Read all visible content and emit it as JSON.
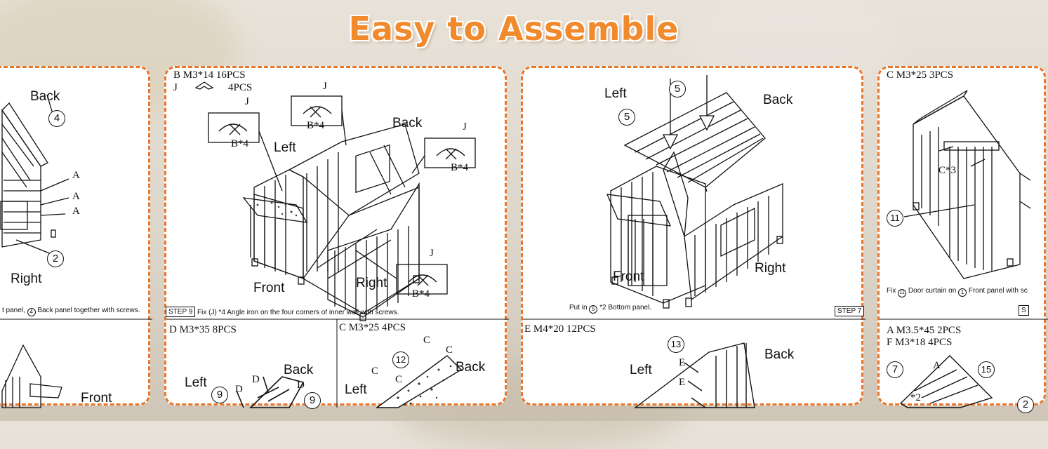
{
  "headline": "Easy to Assemble",
  "colors": {
    "accent": "#f08a2c",
    "border": "#e9772b",
    "ink": "#111111"
  },
  "panel1": {
    "label_back": "Back",
    "label_right": "Right",
    "label_front": "Front",
    "marker_4": "4",
    "marker_2": "2",
    "screw_a1": "A",
    "screw_a2": "A",
    "screw_a3": "A",
    "caption_prefix": "t  panel,",
    "caption_marker": "4",
    "caption_suffix": "Back panel together with screws."
  },
  "panel2": {
    "part_b": "B  M3*14    16PCS",
    "part_j": "J",
    "part_j_qty": "4PCS",
    "label_left": "Left",
    "label_back": "Back",
    "label_front": "Front",
    "label_right": "Right",
    "inset_j": "J",
    "inset_b4": "B*4",
    "step": "STEP 9",
    "caption": "Fix (J) *4 Angle iron on the four corners of  inner wall with screws.",
    "part_d": "D   M3*35   8PCS",
    "part_c": "C   M3*25   4PCS",
    "d_label_left": "Left",
    "d_label_back": "Back",
    "d_marker_9": "9",
    "d_screw": "D",
    "c_label_left": "Left",
    "c_label_back": "Back",
    "c_marker_12": "12",
    "c_screw": "C"
  },
  "panel3": {
    "label_left": "Left",
    "label_back": "Back",
    "label_front": "Front",
    "label_right": "Right",
    "marker_5": "5",
    "caption_prefix": "Put in",
    "caption_marker": "5",
    "caption_suffix": "*2 Bottom panel.",
    "step": "STEP 7",
    "part_e": "E  M4*20    12PCS",
    "e_label_left": "Left",
    "e_label_back": "Back",
    "e_marker_13": "13",
    "e_screw": "E"
  },
  "panel4": {
    "part_c": "C  M3*25    3PCS",
    "inset_c3": "C*3",
    "marker_11": "11",
    "caption_prefix": "Fix",
    "caption_marker_11": "11",
    "caption_mid": "Door curtain on",
    "caption_marker_1": "1",
    "caption_suffix": "Front panel with sc",
    "step": "S",
    "part_a": "A  M3.5*45    2PCS",
    "part_f": "F  M3*18       4PCS",
    "marker_7": "7",
    "marker_15": "15",
    "screw_a": "A",
    "screw_f2": "*2",
    "marker_2": "2"
  }
}
